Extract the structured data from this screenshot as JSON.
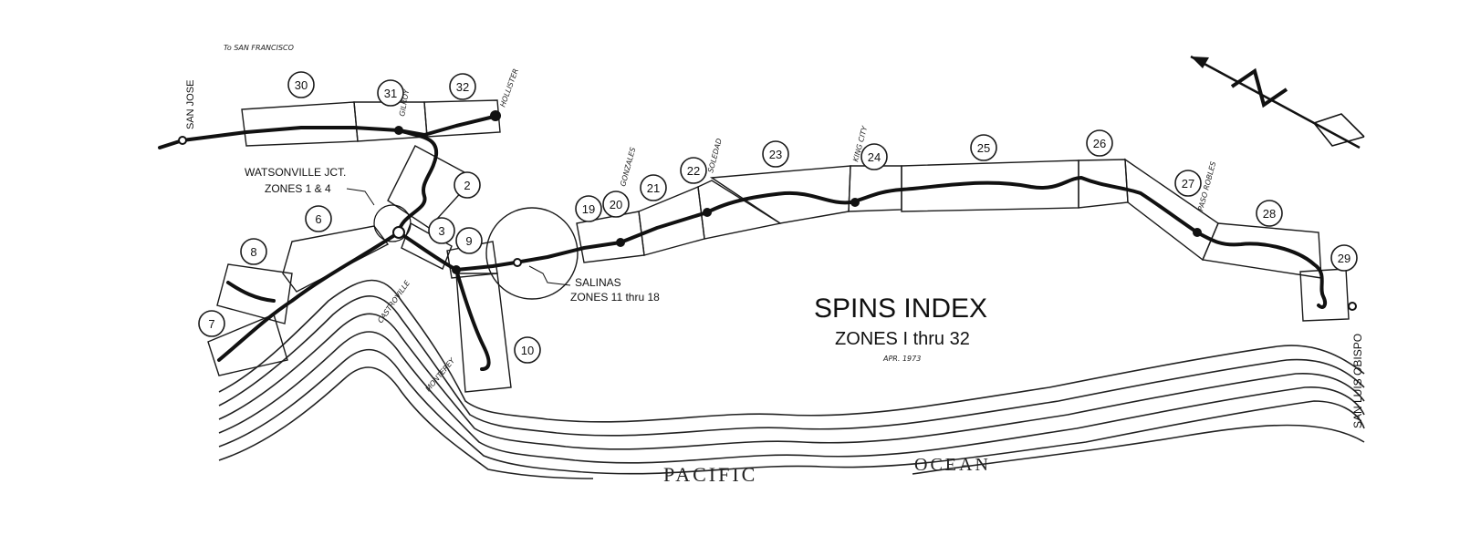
{
  "map": {
    "title": "SPINS INDEX",
    "subtitle": "ZONES I thru 32",
    "date_note": "APR. 1973",
    "top_note": "To SAN FRANCISCO",
    "ocean_words": [
      "PACIFIC",
      "OCEAN"
    ],
    "callouts": {
      "watsonville_line1": "WATSONVILLE JCT.",
      "watsonville_line2": "ZONES 1 & 4",
      "salinas_line1": "SALINAS",
      "salinas_line2": "ZONES 11 thru 18"
    },
    "places": {
      "san_jose": "SAN JOSE",
      "gilroy": "GILROY",
      "hollister": "HOLLISTER",
      "castroville": "CASTROVILLE",
      "monterey": "MONTEREY",
      "gonzales": "GONZALES",
      "soledad": "SOLEDAD",
      "king_city": "KING CITY",
      "paso_robles": "PASO ROBLES",
      "san_luis_obispo": "SAN LUIS OBISPO"
    },
    "zones": [
      "2",
      "3",
      "6",
      "7",
      "8",
      "9",
      "10",
      "19",
      "20",
      "21",
      "22",
      "23",
      "24",
      "25",
      "26",
      "27",
      "28",
      "29",
      "30",
      "31",
      "32"
    ],
    "north_arrow_label": "N",
    "colors": {
      "ink": "#111111",
      "paper": "#ffffff"
    }
  }
}
